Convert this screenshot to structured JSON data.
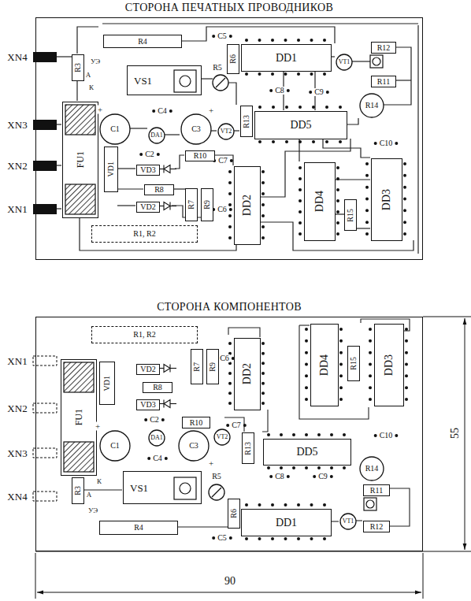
{
  "diagram": {
    "nodes": [
      {
        "text": [
          "СТОРОНА ПЕЧАТНЫХ ПРОВОДНИКОВ"
        ]
      },
      {
        "text": [
          "R4"
        ],
        "in": 0
      },
      {
        "text": [
          "R3"
        ],
        "in": 0
      },
      {
        "text": [
          "VS1"
        ],
        "in": 0
      },
      {
        "text": [
          "FU1"
        ],
        "in": 0
      },
      {
        "text": [
          "C1"
        ],
        "in": 0
      },
      {
        "text": [
          "DA1"
        ],
        "in": 0
      },
      {
        "text": [
          "C3"
        ],
        "in": 0
      },
      {
        "text": [
          "VT2"
        ],
        "in": 0
      },
      {
        "text": [
          "VD1"
        ],
        "in": 0
      },
      {
        "text": [
          "VD3"
        ],
        "in": 0
      },
      {
        "text": [
          "R8"
        ],
        "in": 0
      },
      {
        "text": [
          "VD2"
        ],
        "in": 0
      },
      {
        "text": [
          "R10"
        ],
        "in": 0
      },
      {
        "text": [
          "R1, R2"
        ],
        "in": 0
      },
      {
        "text": [
          "R7"
        ],
        "in": 0
      },
      {
        "text": [
          "R9"
        ],
        "in": 0
      },
      {
        "text": [
          "DD2"
        ],
        "in": 0
      },
      {
        "text": [
          "DD5"
        ],
        "in": 0
      },
      {
        "text": [
          "R13"
        ],
        "in": 0
      },
      {
        "text": [
          "DD1"
        ],
        "in": 0
      },
      {
        "text": [
          "R6"
        ],
        "in": 0
      },
      {
        "text": [
          "VT1"
        ],
        "in": 0
      },
      {
        "text": [
          "R12"
        ],
        "in": 0
      },
      {
        "text": [
          "R11"
        ],
        "in": 0
      },
      {
        "text": [
          "R14"
        ],
        "in": 0
      },
      {
        "text": [
          "DD4"
        ],
        "in": 0
      },
      {
        "text": [
          "R15"
        ],
        "in": 0
      },
      {
        "text": [
          "DD3"
        ],
        "in": 0
      },
      {
        "text": [
          "СТОРОНА КОМПОНЕНТОВ"
        ]
      },
      {
        "text": [
          "R1, R2"
        ],
        "in": 29
      },
      {
        "text": [
          "FU1"
        ],
        "in": 29
      },
      {
        "text": [
          "VD1"
        ],
        "in": 29
      },
      {
        "text": [
          "VD2"
        ],
        "in": 29
      },
      {
        "text": [
          "R8"
        ],
        "in": 29
      },
      {
        "text": [
          "VD3"
        ],
        "in": 29
      },
      {
        "text": [
          "R7"
        ],
        "in": 29
      },
      {
        "text": [
          "R9"
        ],
        "in": 29
      },
      {
        "text": [
          "DD2"
        ],
        "in": 29
      },
      {
        "text": [
          "DD4"
        ],
        "in": 29
      },
      {
        "text": [
          "R15"
        ],
        "in": 29
      },
      {
        "text": [
          "DD3"
        ],
        "in": 29
      },
      {
        "text": [
          "R10"
        ],
        "in": 29
      },
      {
        "text": [
          "C1"
        ],
        "in": 29
      },
      {
        "text": [
          "DA1"
        ],
        "in": 29
      },
      {
        "text": [
          "C3"
        ],
        "in": 29
      },
      {
        "text": [
          "VT2"
        ],
        "in": 29
      },
      {
        "text": [
          "R13"
        ],
        "in": 29
      },
      {
        "text": [
          "DD5"
        ],
        "in": 29
      },
      {
        "text": [
          "R14"
        ],
        "in": 29
      },
      {
        "text": [
          "R3"
        ],
        "in": 29
      },
      {
        "text": [
          "VS1"
        ],
        "in": 29
      },
      {
        "text": [
          "R4"
        ],
        "in": 29
      },
      {
        "text": [
          "R6"
        ],
        "in": 29
      },
      {
        "text": [
          "DD1"
        ],
        "in": 29
      },
      {
        "text": [
          "VT1"
        ],
        "in": 29
      },
      {
        "text": [
          "R11"
        ],
        "in": 29
      },
      {
        "text": [
          "R12"
        ],
        "in": 29
      }
    ],
    "labels": [
      "XN4",
      "XN3",
      "XN2",
      "XN1",
      "УЭ",
      "А",
      "К",
      "C5",
      "R5",
      "C4",
      "+",
      "+",
      "C2",
      "C7",
      "C8",
      "C9",
      "C6",
      "C10",
      "XN1",
      "XN2",
      "XN3",
      "XN4",
      "C6",
      "C2",
      "C7",
      "+",
      "+",
      "C4",
      "C10",
      "К",
      "А",
      "УЭ",
      "R5",
      "C8",
      "C9",
      "C5",
      "55",
      "90"
    ]
  }
}
